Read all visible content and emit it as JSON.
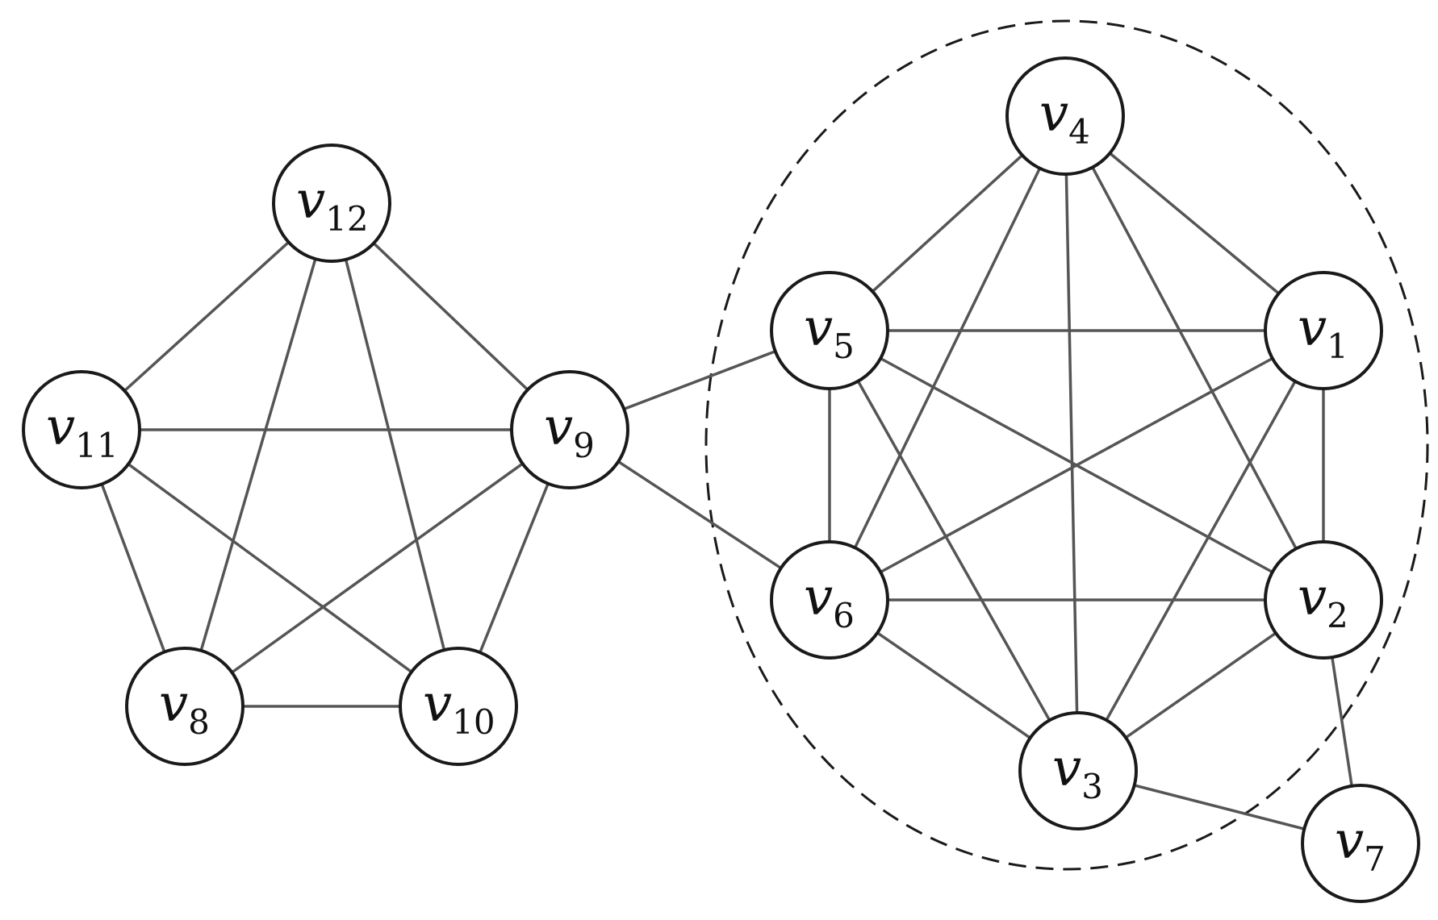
{
  "nodes": [
    {
      "id": "v1",
      "base": "v",
      "sub": "1"
    },
    {
      "id": "v2",
      "base": "v",
      "sub": "2"
    },
    {
      "id": "v3",
      "base": "v",
      "sub": "3"
    },
    {
      "id": "v4",
      "base": "v",
      "sub": "4"
    },
    {
      "id": "v5",
      "base": "v",
      "sub": "5"
    },
    {
      "id": "v6",
      "base": "v",
      "sub": "6"
    },
    {
      "id": "v7",
      "base": "v",
      "sub": "7"
    },
    {
      "id": "v8",
      "base": "v",
      "sub": "8"
    },
    {
      "id": "v9",
      "base": "v",
      "sub": "9"
    },
    {
      "id": "v10",
      "base": "v",
      "sub": "10"
    },
    {
      "id": "v11",
      "base": "v",
      "sub": "11"
    },
    {
      "id": "v12",
      "base": "v",
      "sub": "12"
    }
  ],
  "edges": [
    [
      "v12",
      "v11"
    ],
    [
      "v12",
      "v9"
    ],
    [
      "v12",
      "v8"
    ],
    [
      "v12",
      "v10"
    ],
    [
      "v11",
      "v9"
    ],
    [
      "v11",
      "v8"
    ],
    [
      "v11",
      "v10"
    ],
    [
      "v9",
      "v8"
    ],
    [
      "v9",
      "v10"
    ],
    [
      "v8",
      "v10"
    ],
    [
      "v9",
      "v5"
    ],
    [
      "v9",
      "v6"
    ],
    [
      "v4",
      "v5"
    ],
    [
      "v4",
      "v1"
    ],
    [
      "v4",
      "v6"
    ],
    [
      "v4",
      "v3"
    ],
    [
      "v4",
      "v2"
    ],
    [
      "v5",
      "v1"
    ],
    [
      "v5",
      "v6"
    ],
    [
      "v5",
      "v2"
    ],
    [
      "v5",
      "v3"
    ],
    [
      "v1",
      "v6"
    ],
    [
      "v1",
      "v2"
    ],
    [
      "v1",
      "v3"
    ],
    [
      "v6",
      "v2"
    ],
    [
      "v6",
      "v3"
    ],
    [
      "v2",
      "v3"
    ],
    [
      "v2",
      "v7"
    ],
    [
      "v3",
      "v7"
    ]
  ],
  "cluster": {
    "members": [
      "v1",
      "v2",
      "v3",
      "v4",
      "v5",
      "v6"
    ]
  },
  "colors": {
    "edge": "#555555",
    "node_stroke": "#1a1a1a",
    "node_fill": "#ffffff"
  }
}
